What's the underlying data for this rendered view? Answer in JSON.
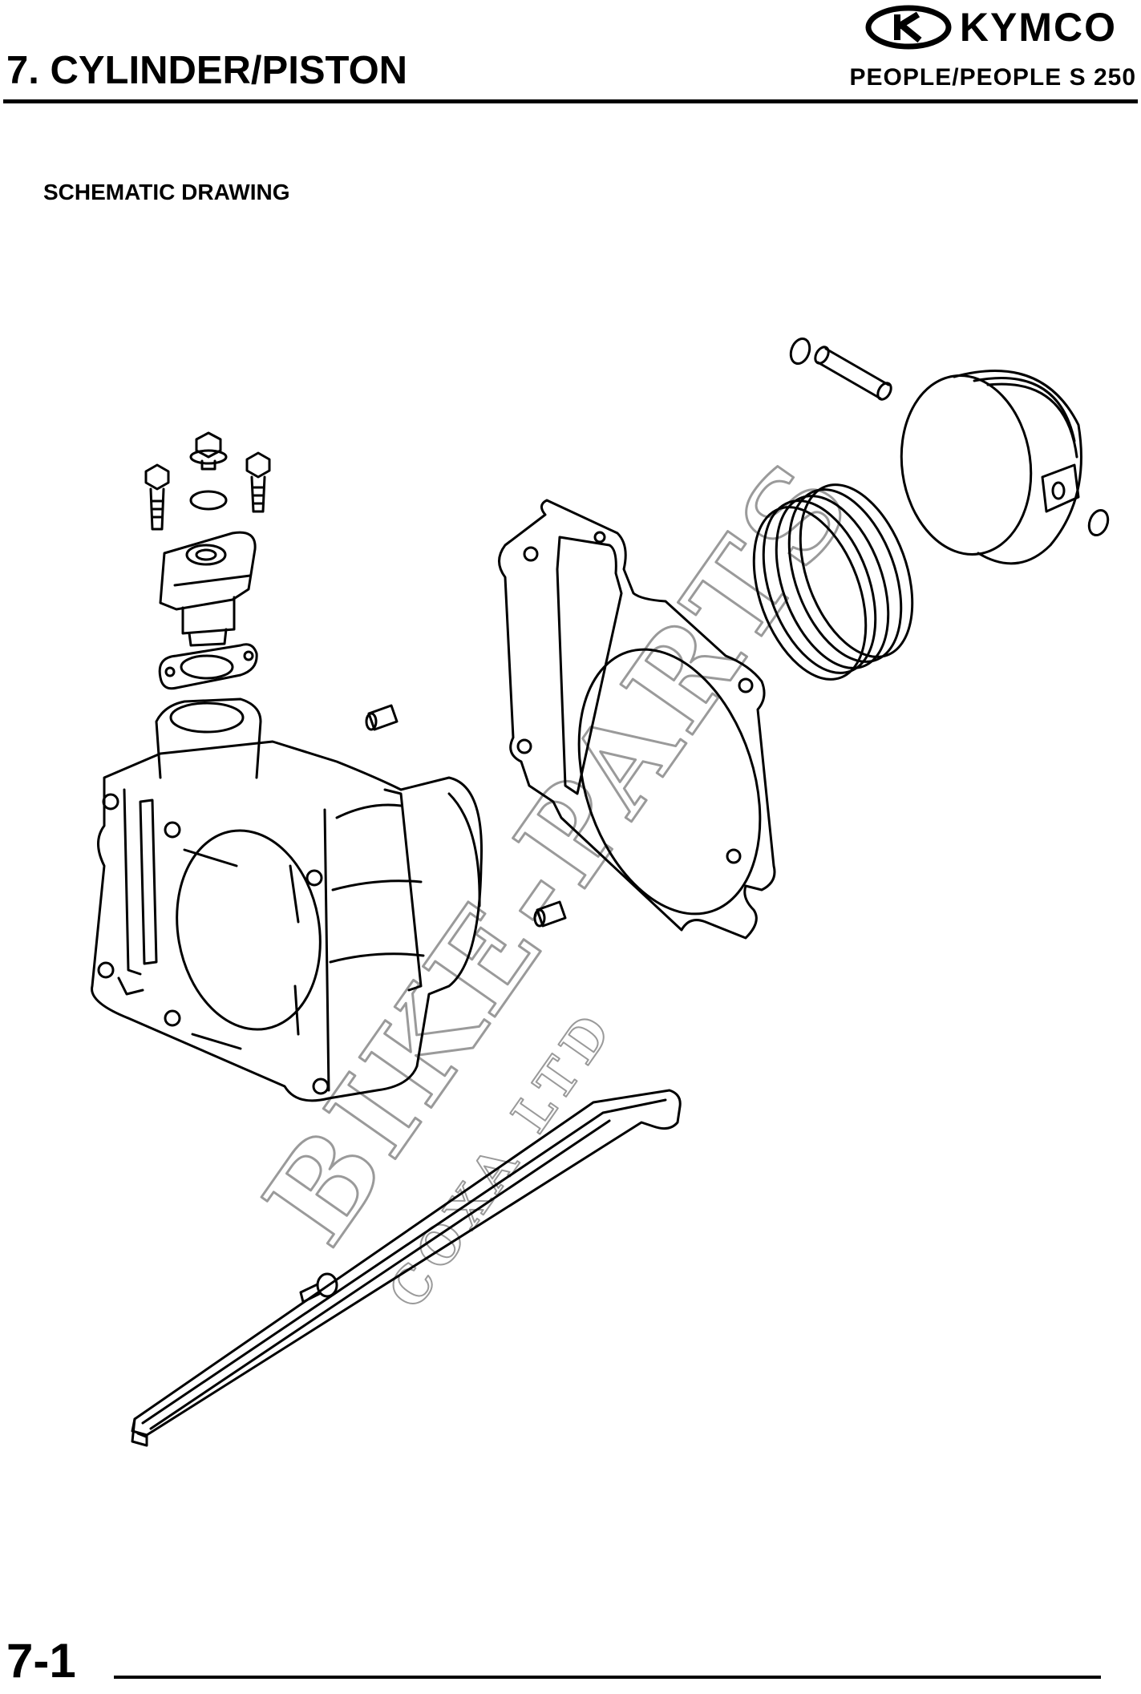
{
  "header": {
    "brand_name": "KYMCO",
    "chapter_title": "7. CYLINDER/PISTON",
    "model": "PEOPLE/PEOPLE S 250"
  },
  "section": {
    "heading": "SCHEMATIC DRAWING"
  },
  "watermark": {
    "main_text": "BIKE-PARTS",
    "sub_text": "COXA LTD"
  },
  "footer": {
    "page_number": "7-1"
  },
  "colors": {
    "ink": "#000000",
    "paper": "#ffffff",
    "watermark": "#9a9a9a"
  }
}
